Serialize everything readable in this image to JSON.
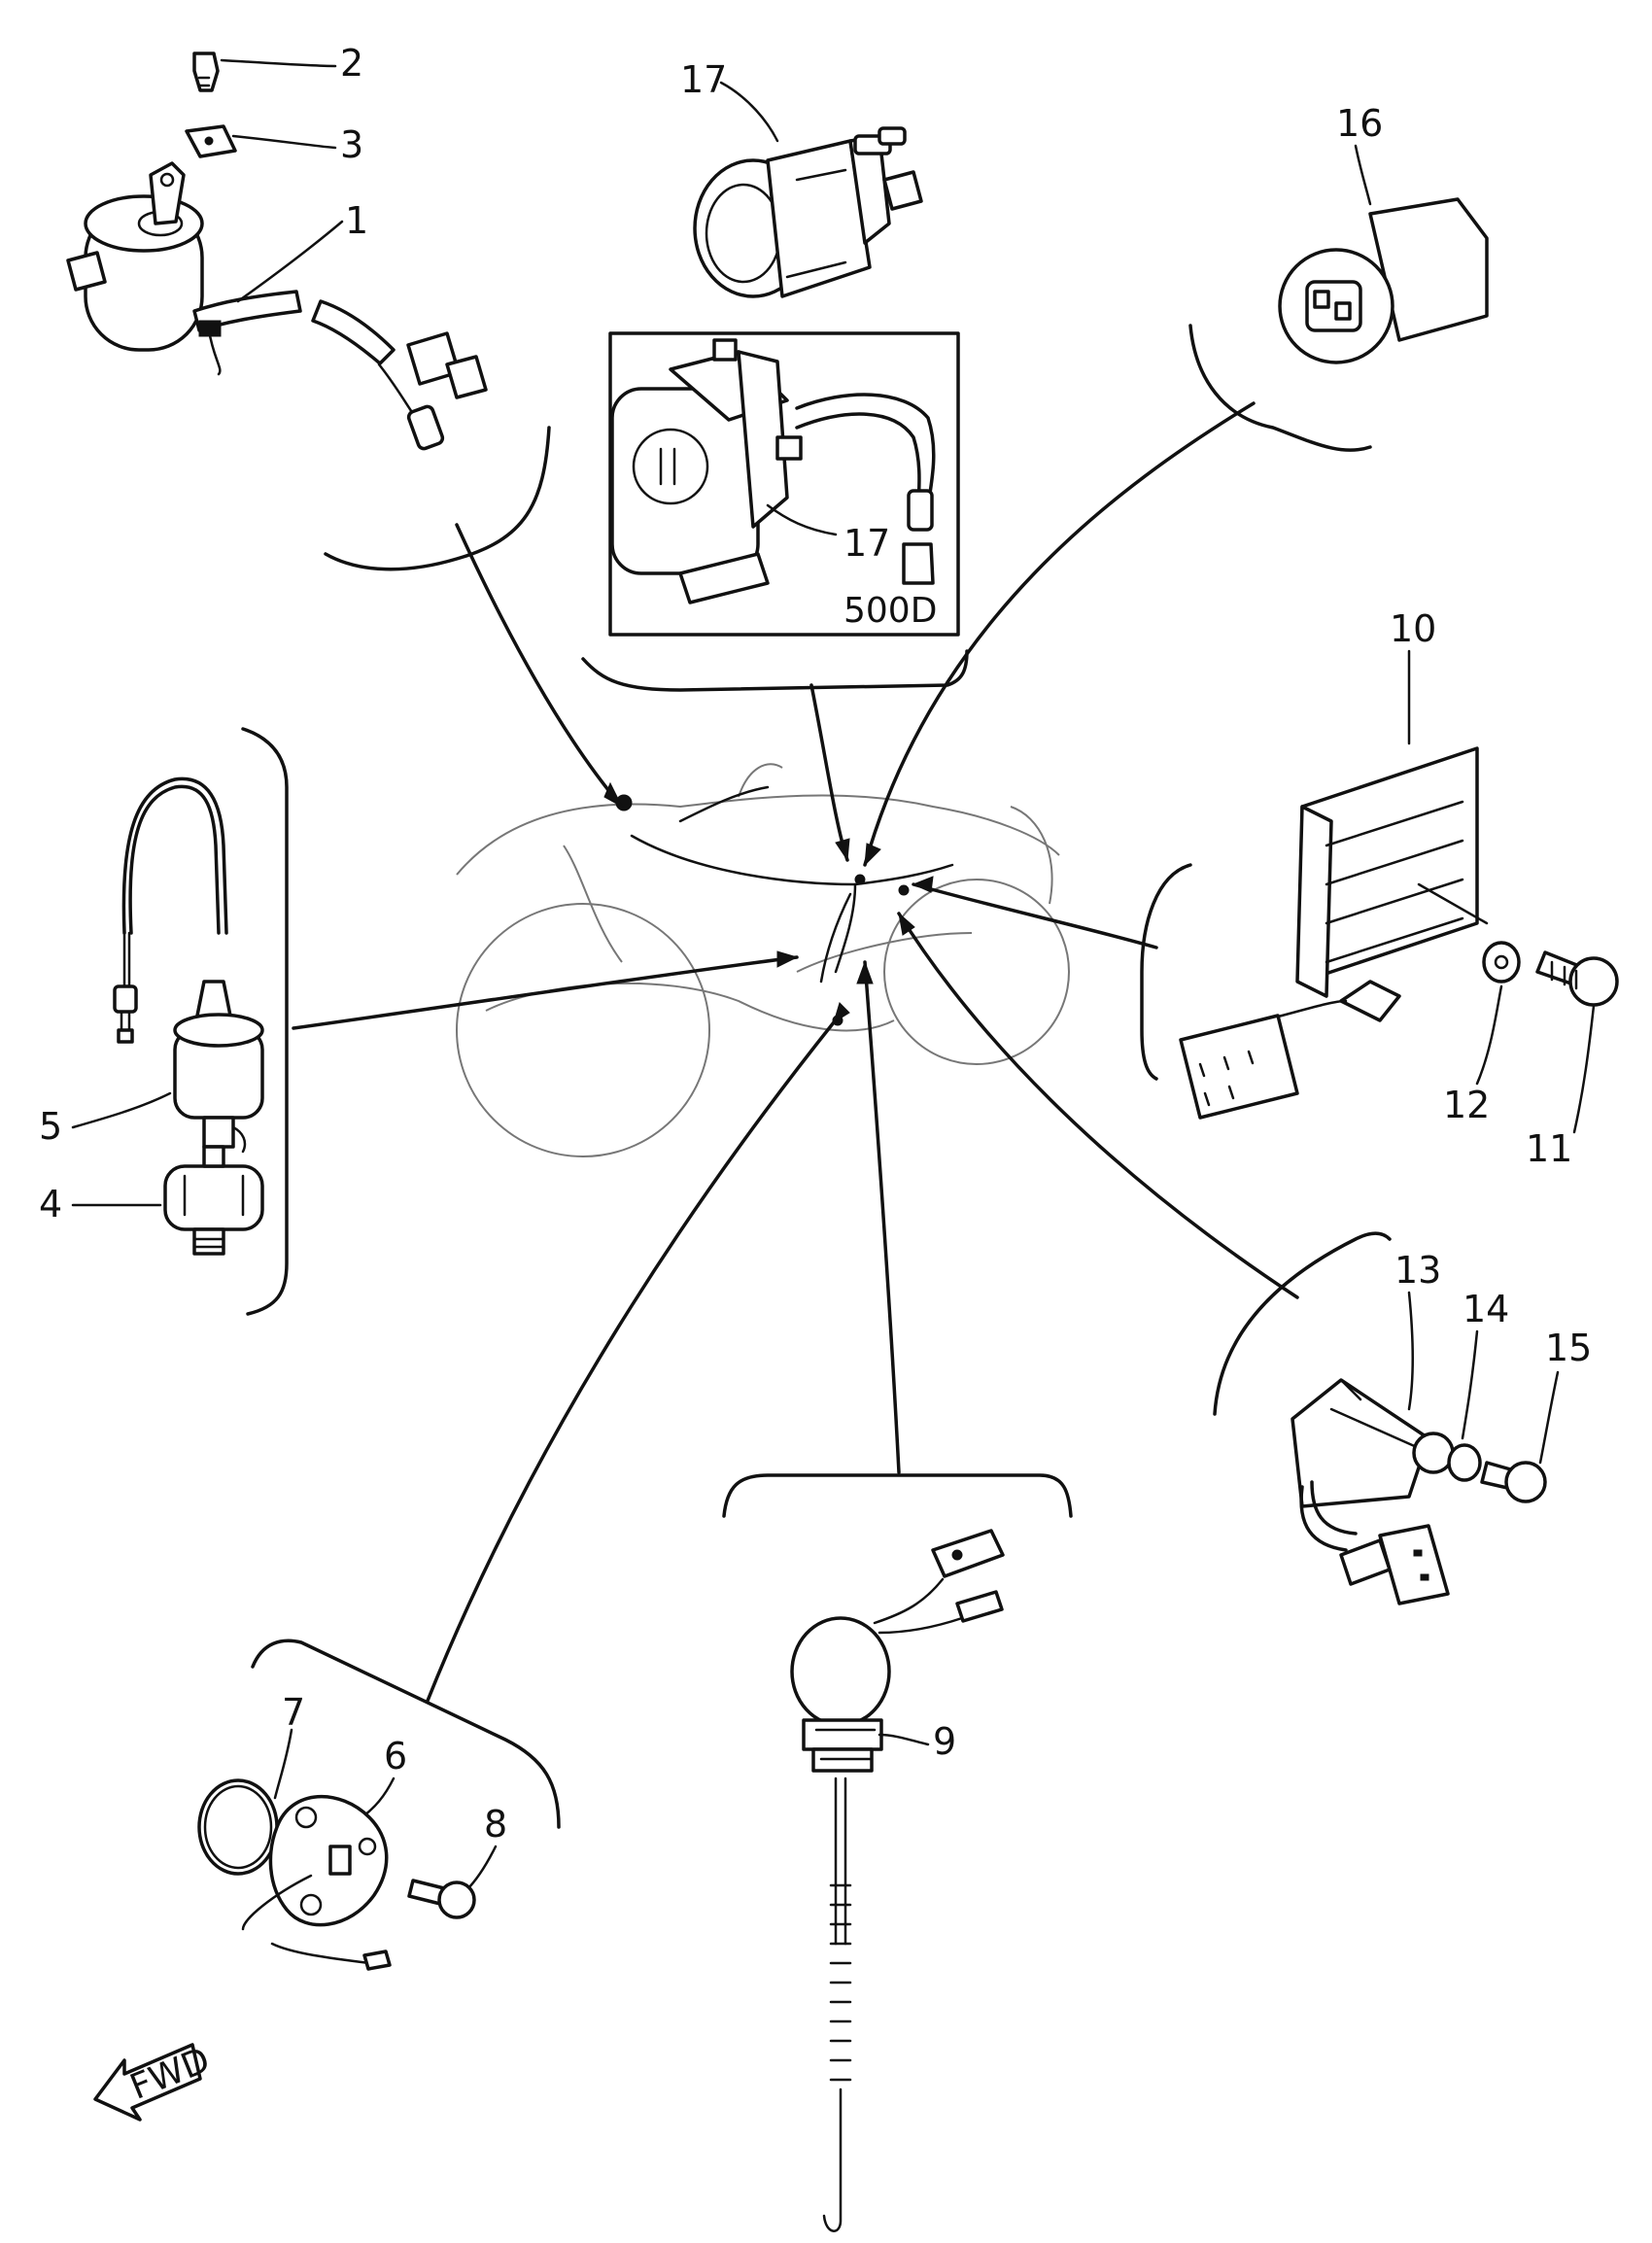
{
  "callouts": {
    "c1": "1",
    "c2": "2",
    "c3": "3",
    "c4": "4",
    "c5": "5",
    "c6": "6",
    "c7": "7",
    "c8": "8",
    "c9": "9",
    "c10": "10",
    "c11": "11",
    "c12": "12",
    "c13": "13",
    "c14": "14",
    "c15": "15",
    "c16": "16",
    "c17a": "17",
    "c17b": "17"
  },
  "inset_label": "500D",
  "fwd_label": "FWD",
  "icons": {
    "main_switch": "ignition-key-switch-icon",
    "fwd": "forward-arrow-icon"
  },
  "colors": {
    "ink": "#111111",
    "background": "#ffffff"
  }
}
